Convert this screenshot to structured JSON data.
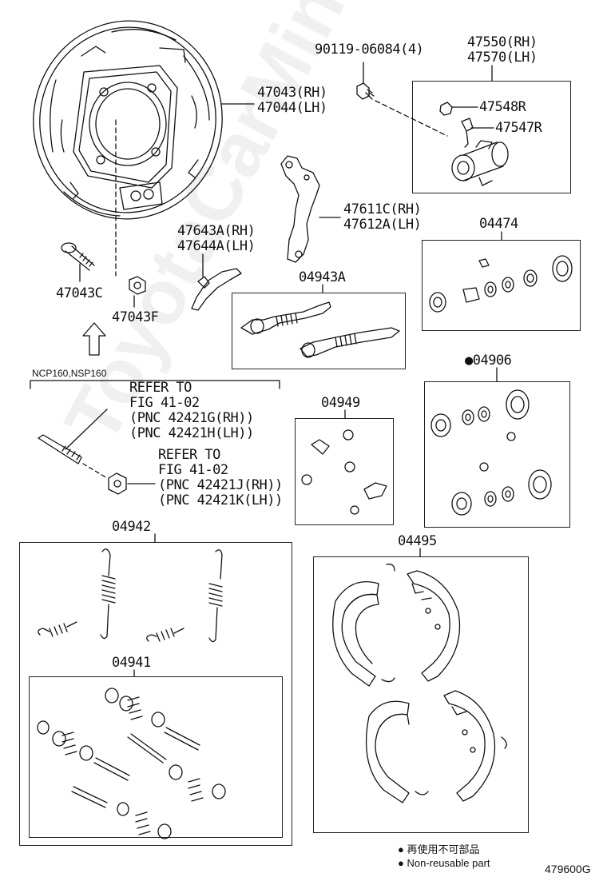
{
  "watermark": "ToyotaCarMine.ru",
  "labels": {
    "p90119": "90119-06084(4)",
    "p47550": "47550(RH)",
    "p47570": "47570(LH)",
    "p47043": "47043(RH)",
    "p47044": "47044(LH)",
    "p47548": "47548R",
    "p47547": "47547R",
    "p47611": "47611C(RH)",
    "p47612": "47612A(LH)",
    "p04474": "04474",
    "p47643": "47643A(RH)",
    "p47644": "47644A(LH)",
    "p04943": "04943A",
    "p47043c": "47043C",
    "p47043f": "47043F",
    "ncp": "NCP160,NSP160",
    "ref1_l1": "REFER TO",
    "ref1_l2": "FIG 41-02",
    "ref1_l3": "(PNC 42421G(RH))",
    "ref1_l4": "(PNC 42421H(LH))",
    "ref2_l1": "REFER TO",
    "ref2_l2": "FIG 41-02",
    "ref2_l3": "(PNC 42421J(RH))",
    "ref2_l4": "(PNC 42421K(LH))",
    "p04906": "●04906",
    "p04949": "04949",
    "p04942": "04942",
    "p04495": "04495",
    "p04941": "04941"
  },
  "legend": {
    "jp": "再使用不可部品",
    "en": "Non-reusable part"
  },
  "figure_code": "479600G"
}
